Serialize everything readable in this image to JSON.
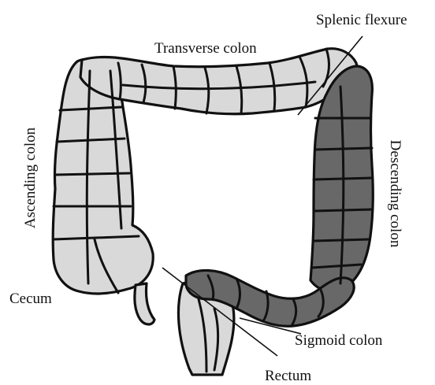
{
  "labels": {
    "transverse": "Transverse colon",
    "splenic": "Splenic flexure",
    "ascending": "Ascending colon",
    "descending": "Descending colon",
    "cecum": "Cecum",
    "sigmoid": "Sigmoid colon",
    "rectum": "Rectum"
  },
  "colors": {
    "light_segment": "#d9d9d9",
    "dark_segment": "#686868",
    "outline": "#111111"
  }
}
